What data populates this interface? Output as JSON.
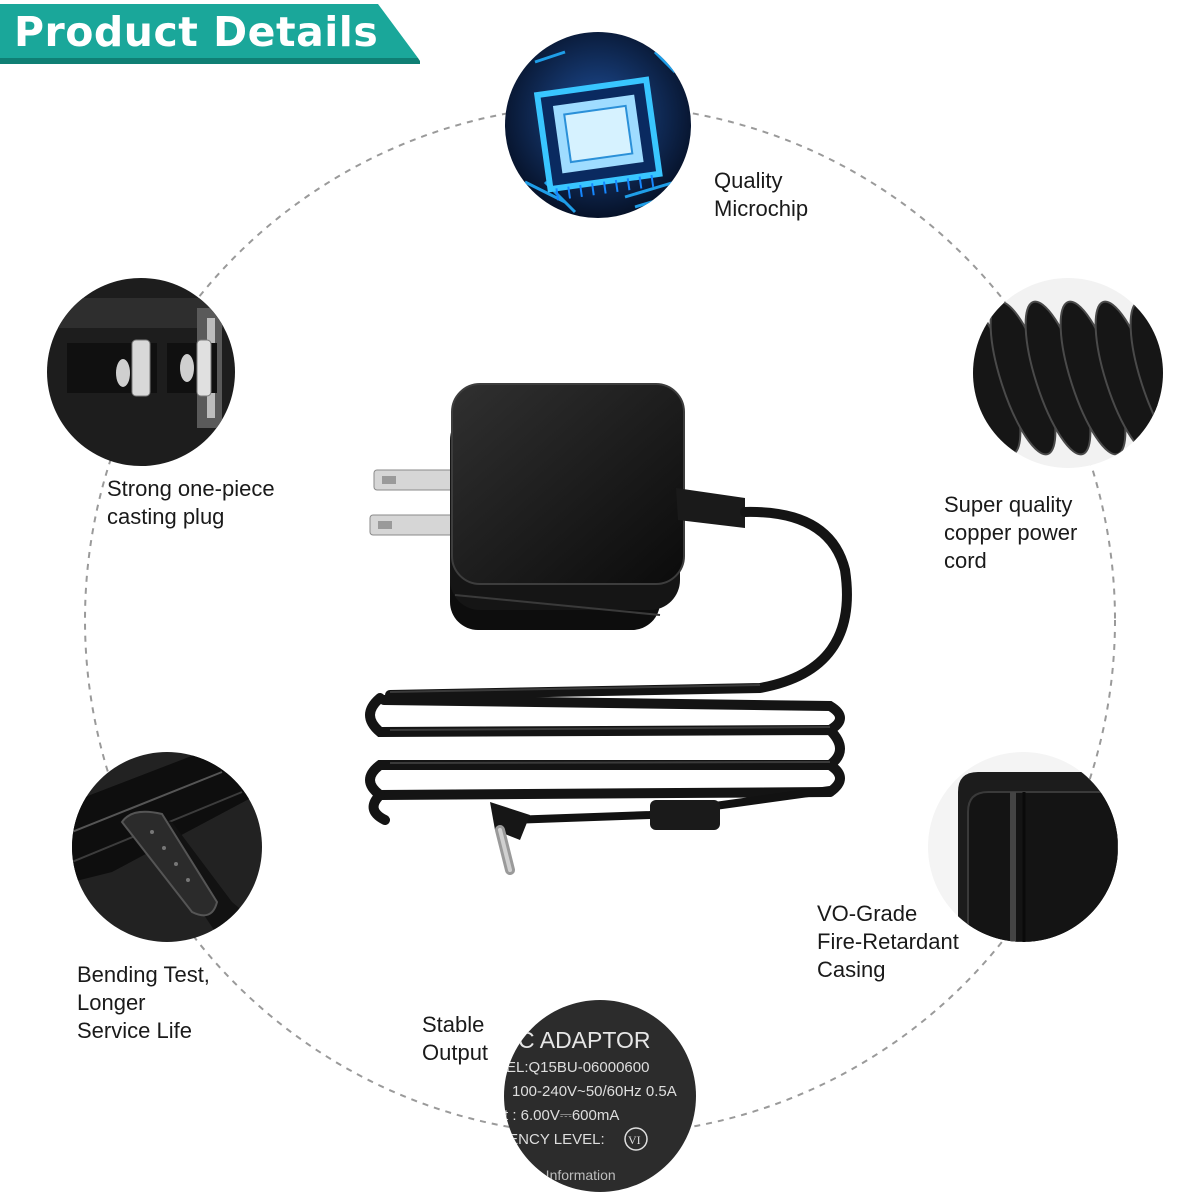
{
  "banner": {
    "title": "Product Details",
    "color": "#1aa79a"
  },
  "features": {
    "microchip": "Quality\nMicrochip",
    "plug": "Strong one-piece\ncasting plug",
    "cord": "Super quality\ncopper power\ncord",
    "bending": "Bending Test,\nLonger\nService Life",
    "casing": "VO-Grade\nFire-Retardant\nCasing",
    "output": "Stable\nOutput"
  },
  "label_plate": {
    "line1": "C ADAPTOR",
    "line2": "EL:Q15BU-06000600",
    "line3": "100-240V~50/60Hz  0.5A",
    "line4": "t : 6.00V⎓600mA",
    "line5": "IENCY LEVEL:",
    "badge": "VI",
    "line6": "h Information"
  },
  "icons": [
    "microchip-icon",
    "plug-prongs-icon",
    "coiled-cord-icon",
    "cable-strain-relief-icon",
    "casing-corner-icon",
    "rating-label-icon"
  ]
}
